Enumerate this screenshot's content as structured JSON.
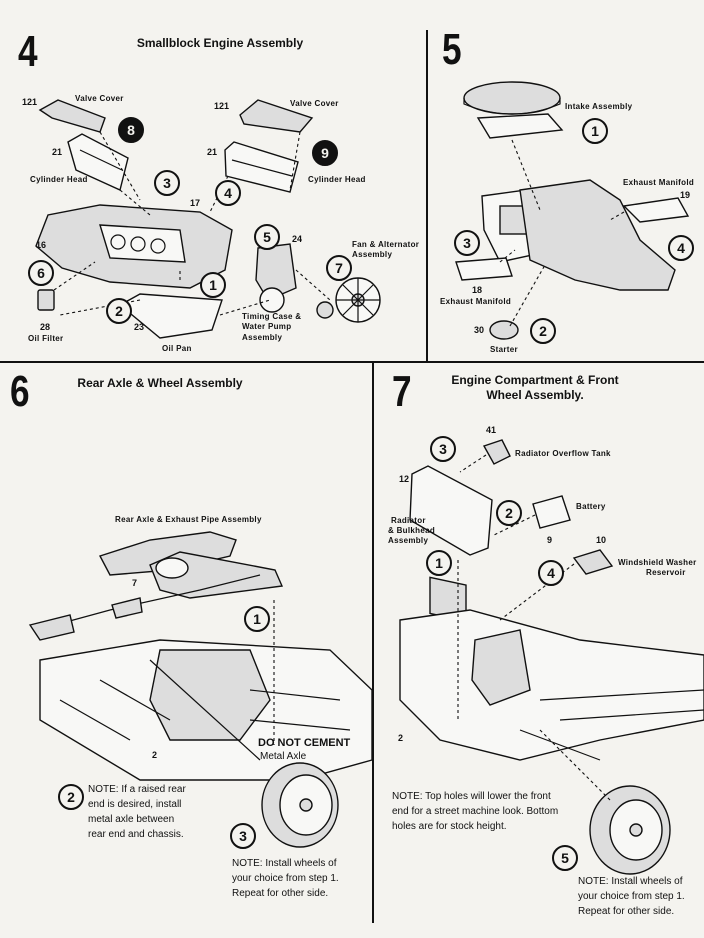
{
  "steps": {
    "s4": {
      "number": "4",
      "title": "Smallblock Engine Assembly",
      "labels": {
        "valve_cover_left": "Valve Cover",
        "valve_cover_right": "Valve Cover",
        "cylinder_head_left": "Cylinder Head",
        "cylinder_head_right": "Cylinder Head",
        "fan_alternator": "Fan & Alternator",
        "fan_alternator_2": "Assembly",
        "timing_case": "Timing Case &",
        "timing_case_2": "Water Pump",
        "timing_case_3": "Assembly",
        "oil_pan": "Oil Pan",
        "oil_filter": "Oil Filter"
      },
      "part_numbers": {
        "p121a": "121",
        "p121b": "121",
        "p21a": "21",
        "p21b": "21",
        "p17": "17",
        "p16": "16",
        "p24": "24",
        "p28": "28",
        "p23": "23"
      },
      "callouts": {
        "c8": "8",
        "c9": "9",
        "c3": "3",
        "c4": "4",
        "c5": "5",
        "c6": "6",
        "c1": "1",
        "c2": "2",
        "c7": "7"
      }
    },
    "s5": {
      "number": "5",
      "labels": {
        "intake": "Intake Assembly",
        "exhaust_right": "Exhaust Manifold",
        "exhaust_left": "Exhaust Manifold",
        "starter": "Starter"
      },
      "part_numbers": {
        "p19": "19",
        "p18": "18",
        "p30": "30"
      },
      "callouts": {
        "c1": "1",
        "c3": "3",
        "c4": "4",
        "c2": "2"
      }
    },
    "s6": {
      "number": "6",
      "title": "Rear Axle & Wheel Assembly",
      "labels": {
        "axle_exhaust": "Rear Axle & Exhaust Pipe Assembly",
        "do_not_cement": "DO NOT CEMENT",
        "metal_axle": "Metal Axle"
      },
      "part_numbers": {
        "p7": "7",
        "p2": "2"
      },
      "callouts": {
        "c1": "1",
        "c2": "2",
        "c3": "3"
      },
      "note_axle": [
        "NOTE: If a raised rear",
        "end is desired, install",
        "metal axle between",
        "rear end and chassis."
      ],
      "note_wheels": [
        "NOTE: Install wheels of",
        "your choice from step 1.",
        "Repeat for other side."
      ]
    },
    "s7": {
      "number": "7",
      "title_line1": "Engine Compartment & Front",
      "title_line2": "Wheel Assembly.",
      "labels": {
        "overflow": "Radiator Overflow Tank",
        "battery": "Battery",
        "radiator": "Radiator",
        "radiator_2": "& Bulkhead",
        "radiator_3": "Assembly",
        "washer": "Windshield Washer",
        "washer_2": "Reservoir"
      },
      "part_numbers": {
        "p41": "41",
        "p12": "12",
        "p9": "9",
        "p10": "10",
        "p2": "2"
      },
      "callouts": {
        "c3": "3",
        "c2": "2",
        "c1": "1",
        "c4": "4",
        "c5": "5"
      },
      "note_holes": [
        "NOTE: Top holes will lower the front",
        "end for a street machine look. Bottom",
        "holes are for stock height."
      ],
      "note_wheels": [
        "NOTE: Install wheels of",
        "your choice from step 1.",
        "Repeat for other side."
      ]
    }
  }
}
